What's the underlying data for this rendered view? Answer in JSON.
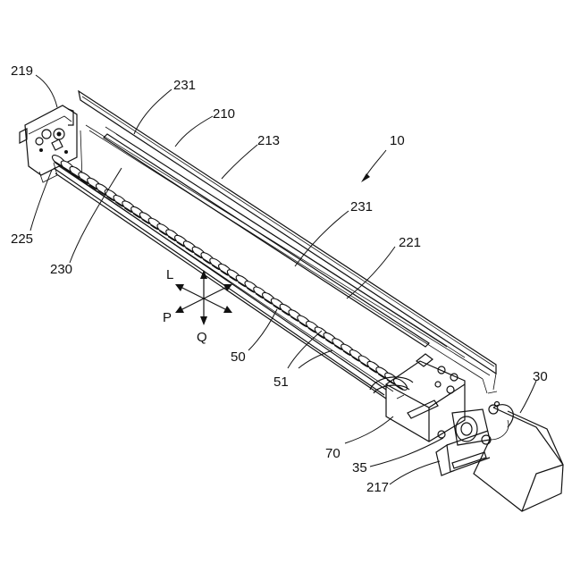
{
  "figure": {
    "labels": {
      "l219": "219",
      "l231a": "231",
      "l210": "210",
      "l213": "213",
      "l10": "10",
      "l231b": "231",
      "l221": "221",
      "l225": "225",
      "l230": "230",
      "l50": "50",
      "l51": "51",
      "l30": "30",
      "l70": "70",
      "l35": "35",
      "l217": "217"
    },
    "directions": {
      "L": "L",
      "P": "P",
      "Q": "Q"
    }
  }
}
